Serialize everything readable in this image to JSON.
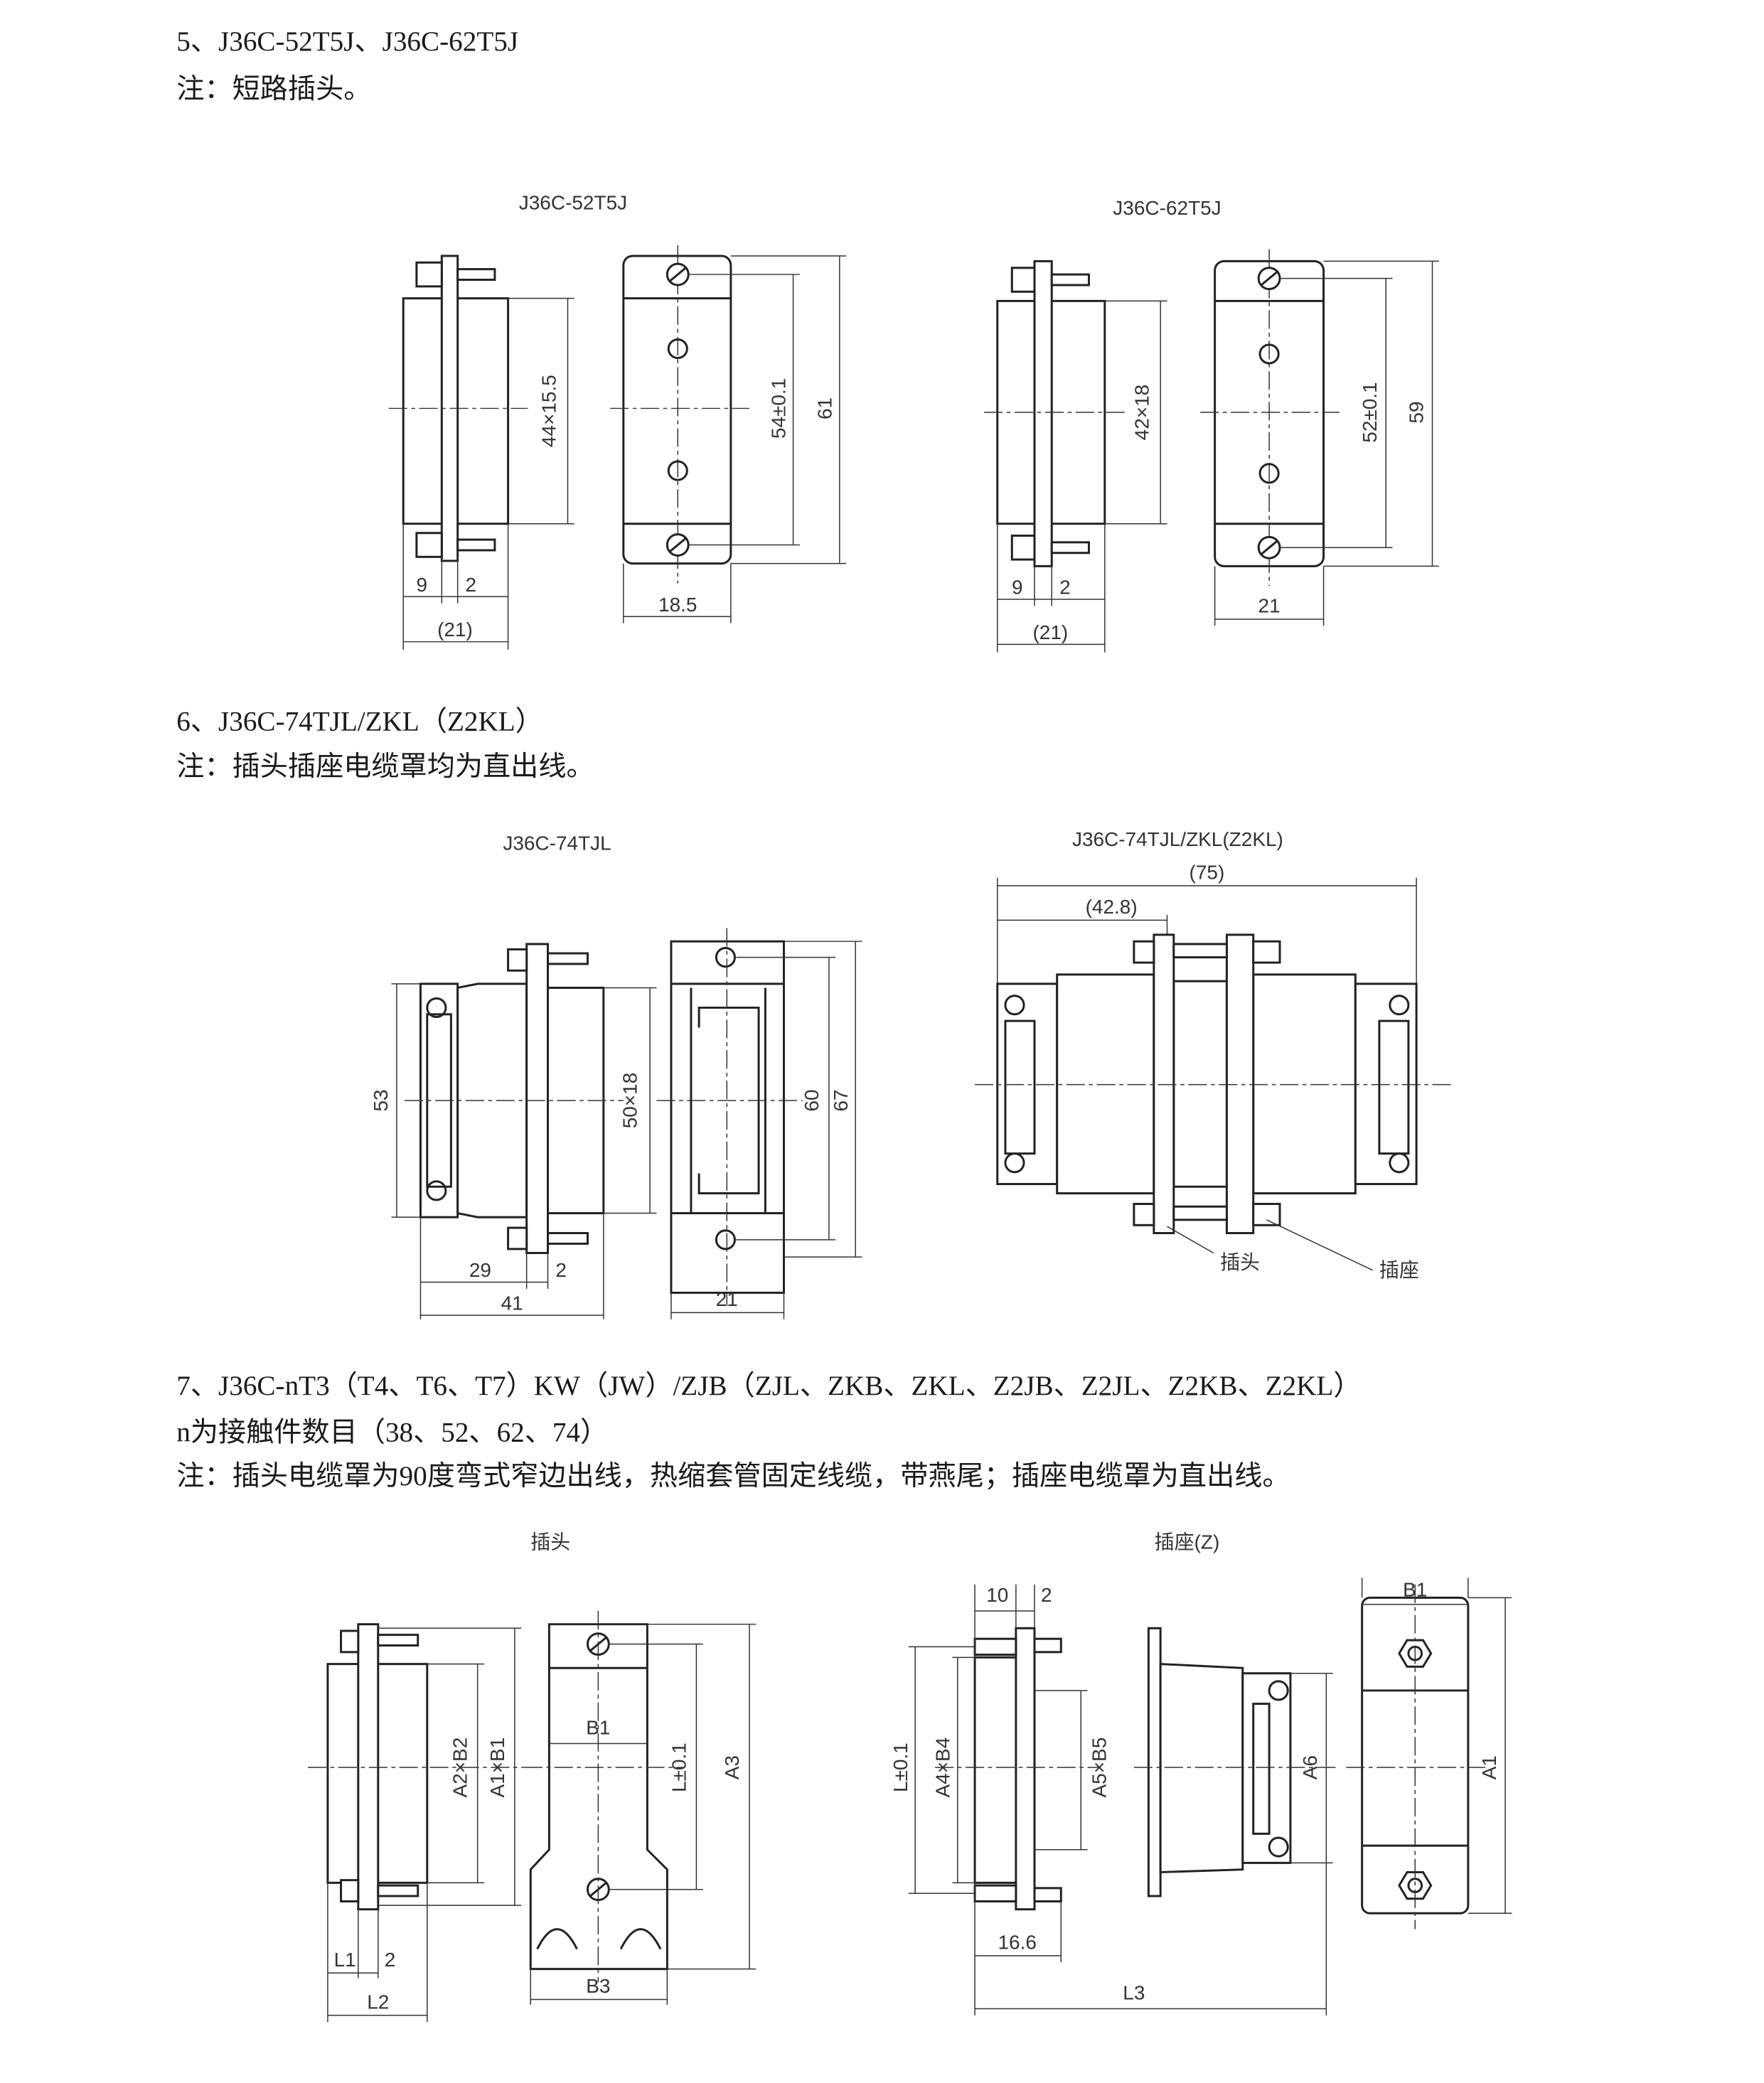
{
  "sections": [
    {
      "heading": "5、J36C-52T5J、J36C-62T5J",
      "note": "注：短路插头。",
      "drawings": [
        {
          "title": "J36C-52T5J",
          "dims": {
            "body": "44×15.5",
            "holes": "54±0.1",
            "height": "61",
            "a": "9",
            "b": "2",
            "overall": "(21)",
            "width": "18.5"
          }
        },
        {
          "title": "J36C-62T5J",
          "dims": {
            "body": "42×18",
            "holes": "52±0.1",
            "height": "59",
            "a": "9",
            "b": "2",
            "overall": "(21)",
            "width": "21"
          }
        }
      ]
    },
    {
      "heading": "6、J36C-74TJL/ZKL（Z2KL）",
      "note": "注：插头插座电缆罩均为直出线。",
      "drawings": [
        {
          "title": "J36C-74TJL",
          "dims": {
            "cover": "53",
            "body": "50×18",
            "holes": "60",
            "height": "67",
            "a": "29",
            "b": "2",
            "overall": "41",
            "width": "21"
          }
        },
        {
          "title": "J36C-74TJL/ZKL(Z2KL)",
          "dims": {
            "overall": "(75)",
            "plug": "(42.8)"
          },
          "labels": {
            "plug": "插头",
            "socket": "插座"
          }
        }
      ]
    },
    {
      "heading": "7、J36C-nT3（T4、T6、T7）KW（JW）/ZJB（ZJL、ZKB、ZKL、Z2JB、Z2JL、Z2KB、Z2KL）",
      "subheading": "n为接触件数目（38、52、62、74）",
      "note": "注：插头电缆罩为90度弯式窄边出线，热缩套管固定线缆，带燕尾；插座电缆罩为直出线。",
      "drawings": [
        {
          "title": "插头",
          "dims": {
            "inner": "A2×B2",
            "outer": "A1×B1",
            "l1": "L1",
            "b": "2",
            "l2": "L2",
            "b1": "B1",
            "l": "L±0.1",
            "a3": "A3",
            "b3": "B3"
          }
        },
        {
          "title": "插座(Z)",
          "dims": {
            "a": "10",
            "b": "2",
            "l": "L±0.1",
            "a4": "A4×B4",
            "a5": "A5×B5",
            "w": "16.6",
            "l3": "L3",
            "a6": "A6",
            "b1": "B1",
            "a1": "A1"
          }
        }
      ]
    }
  ]
}
